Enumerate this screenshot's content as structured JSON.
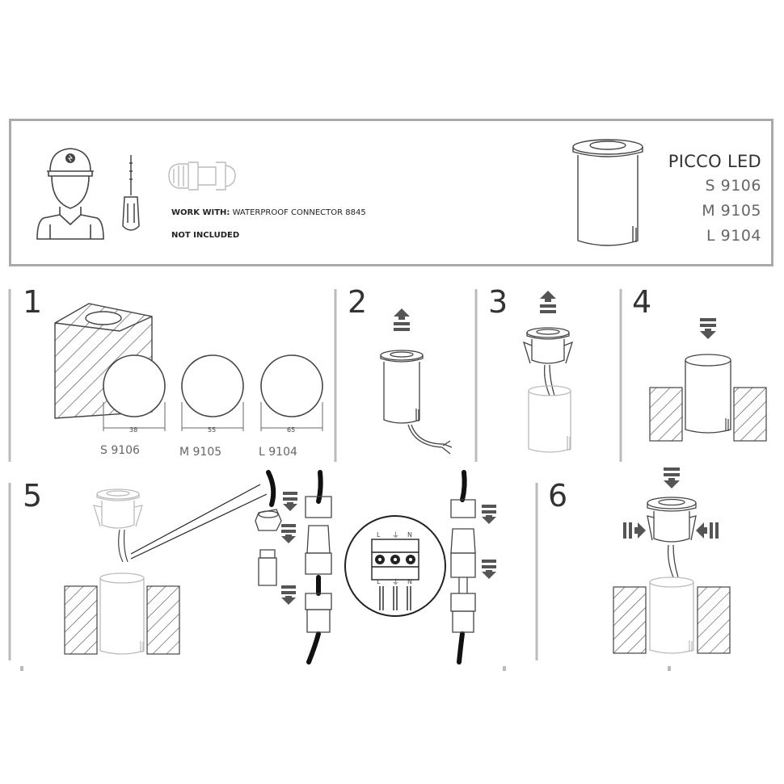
{
  "header": {
    "product_name": "PICCO LED",
    "models": [
      "S 9106",
      "M 9105",
      "L 9104"
    ],
    "work_with_label": "WORK WITH:",
    "work_with_value": "WATERPROOF CONNECTOR 8845",
    "not_included": "NOT INCLUDED"
  },
  "steps": [
    {
      "number": "1"
    },
    {
      "number": "2"
    },
    {
      "number": "3"
    },
    {
      "number": "4"
    },
    {
      "number": "5"
    },
    {
      "number": "6"
    }
  ],
  "hole_sizes": [
    {
      "diameter": "38",
      "model": "S 9106"
    },
    {
      "diameter": "55",
      "model": "M 9105"
    },
    {
      "diameter": "65",
      "model": "L 9104"
    }
  ],
  "terminal": {
    "top_labels": [
      "L",
      "⏚",
      "N"
    ],
    "bottom_labels": [
      "L",
      "⏚",
      "N"
    ]
  }
}
